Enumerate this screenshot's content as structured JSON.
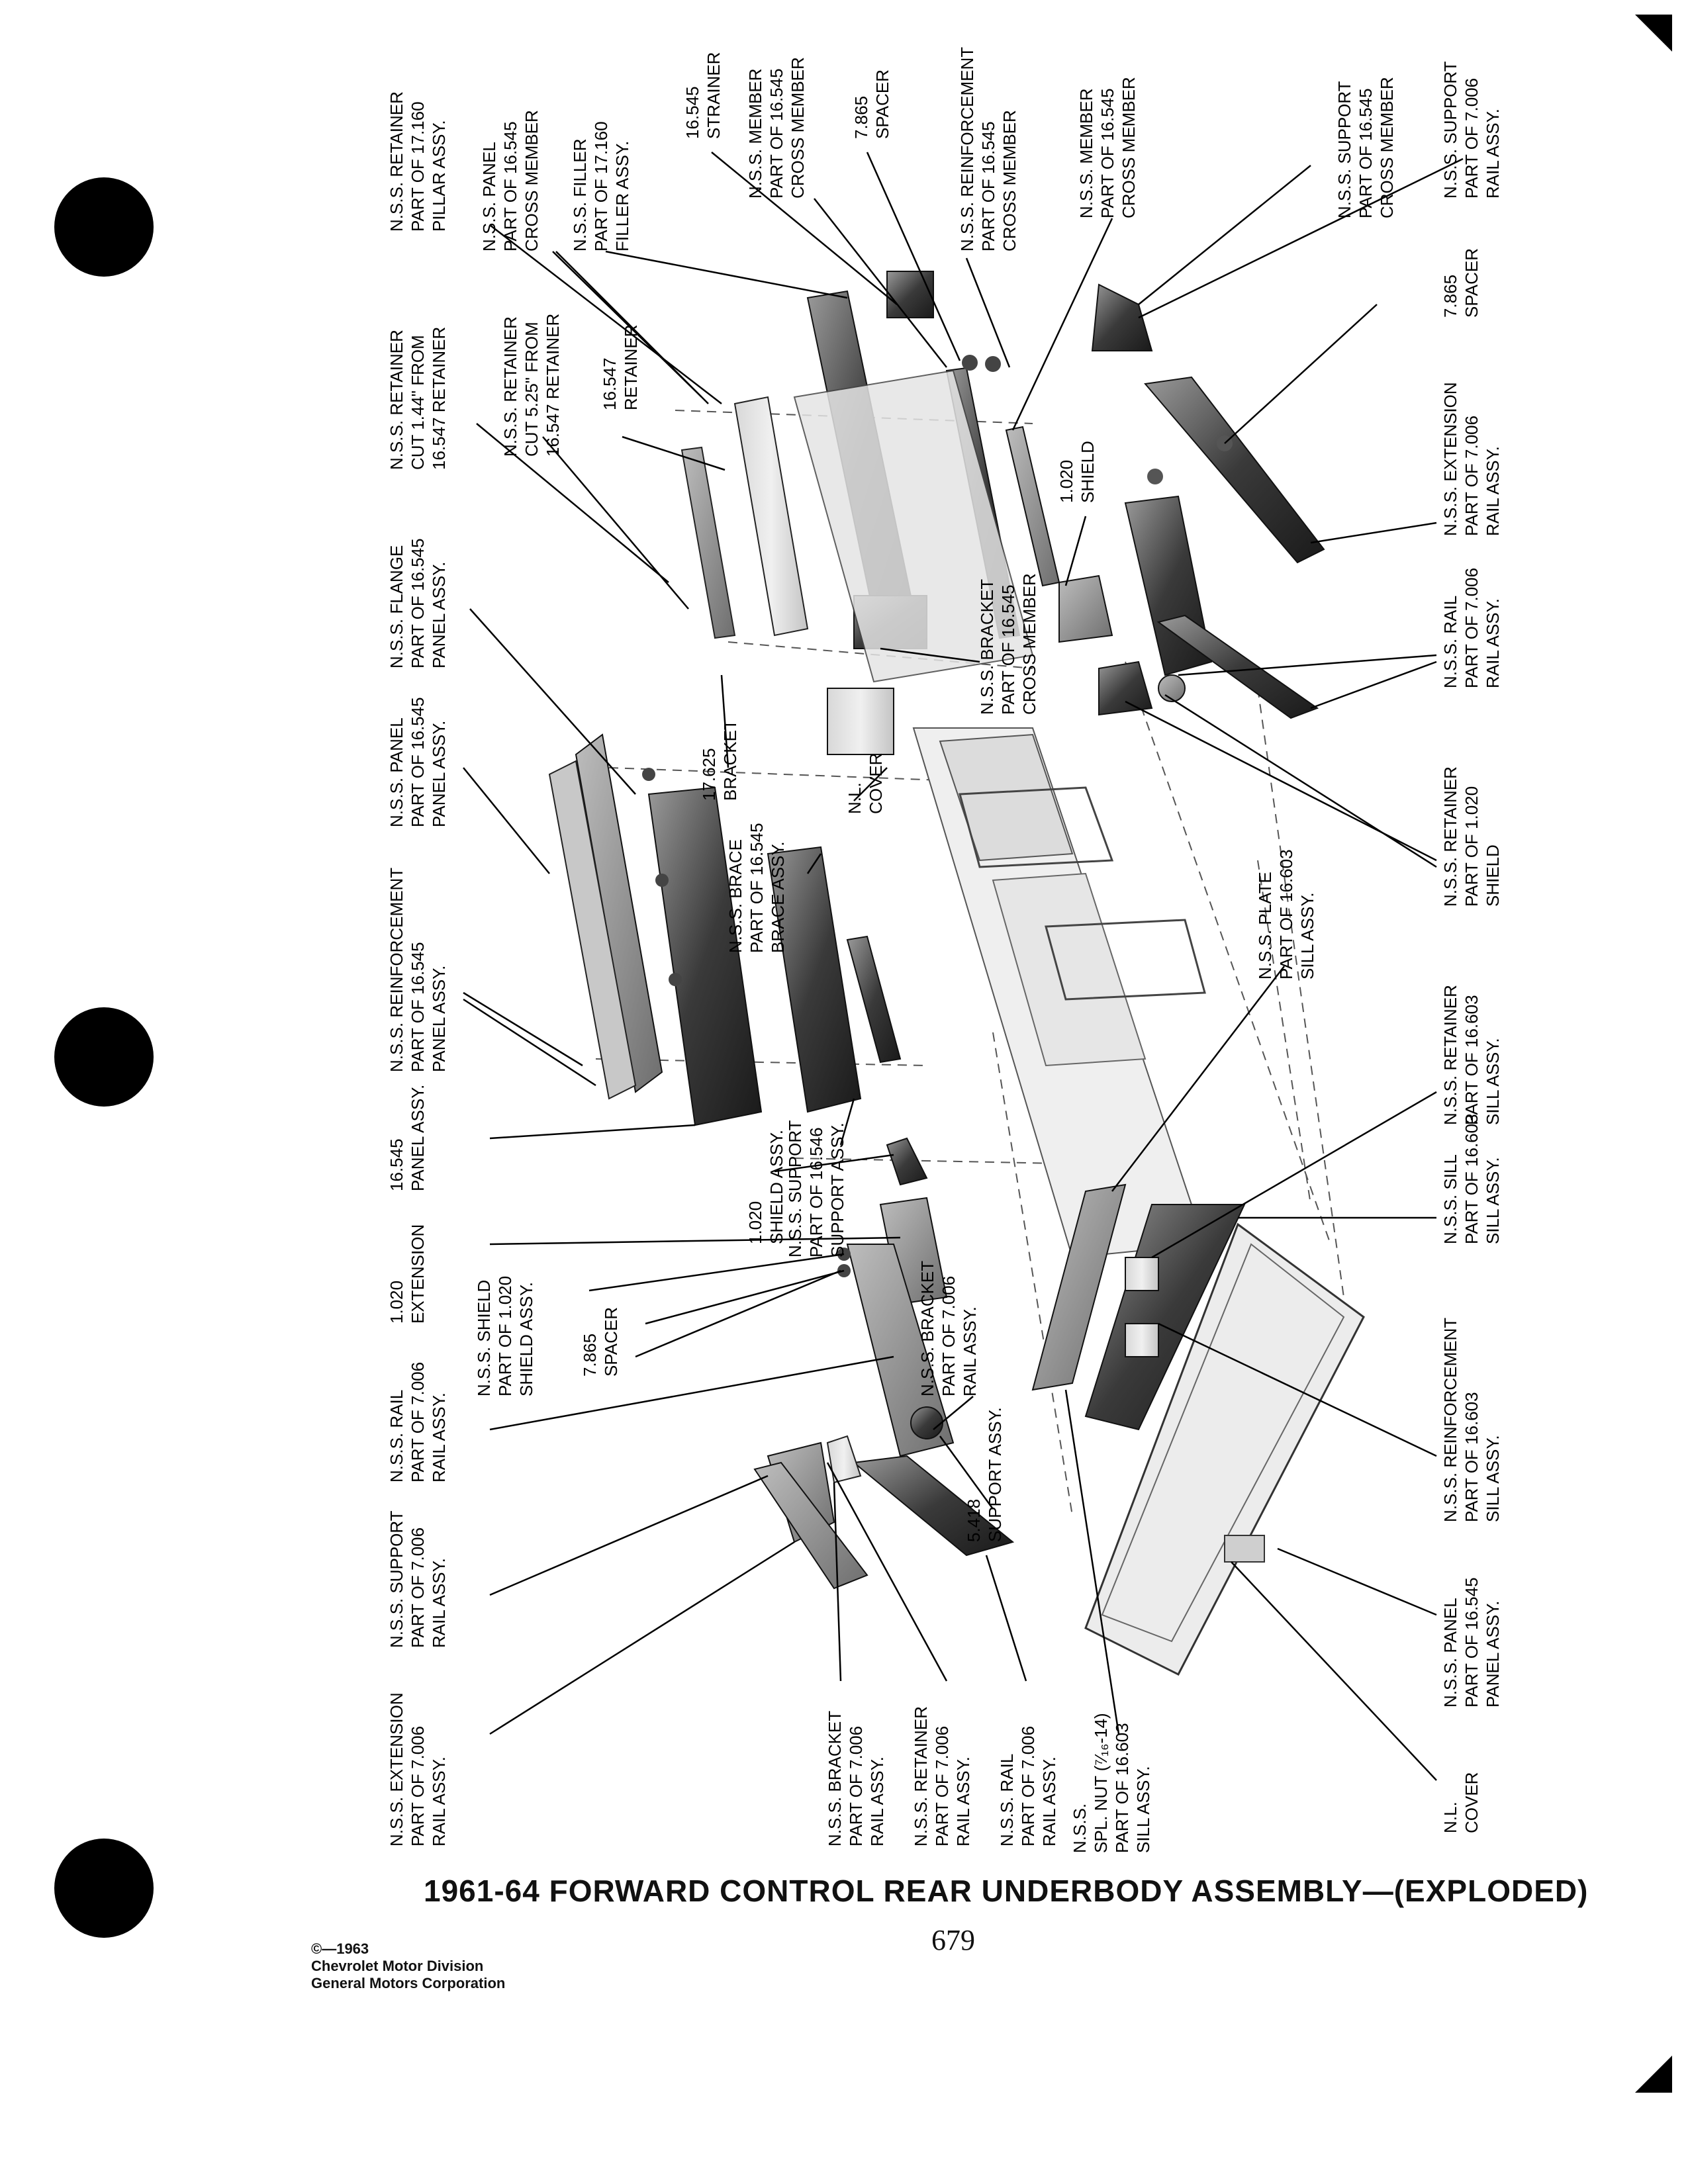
{
  "title": "1961-64 FORWARD CONTROL REAR UNDERBODY ASSEMBLY—(EXPLODED)",
  "page_number": "679",
  "copyright": [
    "©—1963",
    "Chevrolet Motor Division",
    "General Motors Corporation"
  ],
  "callouts": [
    {
      "id": "c1",
      "lines": [
        "N.S.S. RETAINER",
        "PART OF 17.160",
        "PILLAR ASSY."
      ]
    },
    {
      "id": "c2",
      "lines": [
        "N.S.S. PANEL",
        "PART OF 16.545",
        "CROSS MEMBER"
      ]
    },
    {
      "id": "c3",
      "lines": [
        "N.S.S. FILLER",
        "PART OF 17.160",
        "FILLER ASSY."
      ]
    },
    {
      "id": "c4",
      "lines": [
        "16.545",
        "STRAINER"
      ]
    },
    {
      "id": "c5",
      "lines": [
        "N.S.S. MEMBER",
        "PART OF 16.545",
        "CROSS MEMBER"
      ]
    },
    {
      "id": "c6",
      "lines": [
        "7.865",
        "SPACER"
      ]
    },
    {
      "id": "c7",
      "lines": [
        "N.S.S. REINFORCEMENT",
        "PART OF 16.545",
        "CROSS MEMBER"
      ]
    },
    {
      "id": "c8",
      "lines": [
        "N.S.S. MEMBER",
        "PART OF 16.545",
        "CROSS MEMBER"
      ]
    },
    {
      "id": "c9",
      "lines": [
        "N.S.S. SUPPORT",
        "PART OF 16.545",
        "CROSS MEMBER"
      ]
    },
    {
      "id": "c10",
      "lines": [
        "N.S.S. SUPPORT",
        "PART OF 7.006",
        "RAIL ASSY."
      ]
    },
    {
      "id": "c11",
      "lines": [
        "N.S.S. RETAINER",
        "CUT 1.44\" FROM",
        "16.547 RETAINER"
      ]
    },
    {
      "id": "c12",
      "lines": [
        "N.S.S. RETAINER",
        "CUT 5.25\" FROM",
        "16.547 RETAINER"
      ]
    },
    {
      "id": "c13",
      "lines": [
        "16.547",
        "RETAINER"
      ]
    },
    {
      "id": "c14",
      "lines": [
        "1.020",
        "SHIELD"
      ]
    },
    {
      "id": "c15",
      "lines": [
        "7.865",
        "SPACER"
      ]
    },
    {
      "id": "c16",
      "lines": [
        "N.S.S. EXTENSION",
        "PART OF 7.006",
        "RAIL ASSY."
      ]
    },
    {
      "id": "c17",
      "lines": [
        "N.S.S. FLANGE",
        "PART OF 16.545",
        "PANEL ASSY."
      ]
    },
    {
      "id": "c18",
      "lines": [
        "N.S.S. BRACKET",
        "PART OF 16.545",
        "CROSS MEMBER"
      ]
    },
    {
      "id": "c19",
      "lines": [
        "N.S.S. RAIL",
        "PART OF 7.006",
        "RAIL ASSY."
      ]
    },
    {
      "id": "c20",
      "lines": [
        "N.S.S. PANEL",
        "PART OF 16.545",
        "PANEL ASSY."
      ]
    },
    {
      "id": "c21",
      "lines": [
        "17.625",
        "BRACKET"
      ]
    },
    {
      "id": "c22",
      "lines": [
        "N.S.S. BRACE",
        "PART OF 16.545",
        "BRACE ASSY."
      ]
    },
    {
      "id": "c23",
      "lines": [
        "N.L.",
        "COVER"
      ]
    },
    {
      "id": "c24",
      "lines": [
        "N.S.S. RETAINER",
        "PART OF 1.020",
        "SHIELD"
      ]
    },
    {
      "id": "c25",
      "lines": [
        "N.S.S. REINFORCEMENT",
        "PART OF 16.545",
        "PANEL ASSY."
      ]
    },
    {
      "id": "c26",
      "lines": [
        "N.S.S. PLATE",
        "PART OF 16.603",
        "SILL ASSY."
      ]
    },
    {
      "id": "c27",
      "lines": [
        "16.545",
        "PANEL ASSY."
      ]
    },
    {
      "id": "c28",
      "lines": [
        "1.020",
        "SHIELD ASSY."
      ]
    },
    {
      "id": "c29",
      "lines": [
        "N.S.S. SUPPORT",
        "PART OF 16.546",
        "SUPPORT ASSY."
      ]
    },
    {
      "id": "c30",
      "lines": [
        "N.S.S. RETAINER",
        "PART OF 16.603",
        "SILL ASSY."
      ]
    },
    {
      "id": "c31",
      "lines": [
        "1.020",
        "EXTENSION"
      ]
    },
    {
      "id": "c32",
      "lines": [
        "N.S.S. SHIELD",
        "PART OF 1.020",
        "SHIELD ASSY."
      ]
    },
    {
      "id": "c33",
      "lines": [
        "N.S.S. BRACKET",
        "PART OF 7.006",
        "RAIL ASSY."
      ]
    },
    {
      "id": "c34",
      "lines": [
        "N.S.S. SILL",
        "PART OF 16.603",
        "SILL ASSY."
      ]
    },
    {
      "id": "c35",
      "lines": [
        "7.865",
        "SPACER"
      ]
    },
    {
      "id": "c36",
      "lines": [
        "N.S.S. RAIL",
        "PART OF 7.006",
        "RAIL ASSY."
      ]
    },
    {
      "id": "c37",
      "lines": [
        "N.S.S. REINFORCEMENT",
        "PART OF 16.603",
        "SILL ASSY."
      ]
    },
    {
      "id": "c38",
      "lines": [
        "5.418",
        "SUPPORT ASSY."
      ]
    },
    {
      "id": "c39",
      "lines": [
        "N.S.S. SUPPORT",
        "PART OF 7.006",
        "RAIL ASSY."
      ]
    },
    {
      "id": "c40",
      "lines": [
        "N.S.S. EXTENSION",
        "PART OF 7.006",
        "RAIL ASSY."
      ]
    },
    {
      "id": "c41",
      "lines": [
        "N.S.S. BRACKET",
        "PART OF 7.006",
        "RAIL ASSY."
      ]
    },
    {
      "id": "c42",
      "lines": [
        "N.S.S. RETAINER",
        "PART OF 7.006",
        "RAIL ASSY."
      ]
    },
    {
      "id": "c43",
      "lines": [
        "N.S.S. RAIL",
        "PART OF 7.006",
        "RAIL ASSY."
      ]
    },
    {
      "id": "c44",
      "lines": [
        "N.S.S.",
        "SPL. NUT (⁷⁄₁₆-14)",
        "PART OF 16.603",
        "SILL ASSY."
      ]
    },
    {
      "id": "c45",
      "lines": [
        "N.S.S. PANEL",
        "PART OF 16.545",
        "PANEL ASSY."
      ]
    },
    {
      "id": "c46",
      "lines": [
        "N.L.",
        "COVER"
      ]
    }
  ]
}
